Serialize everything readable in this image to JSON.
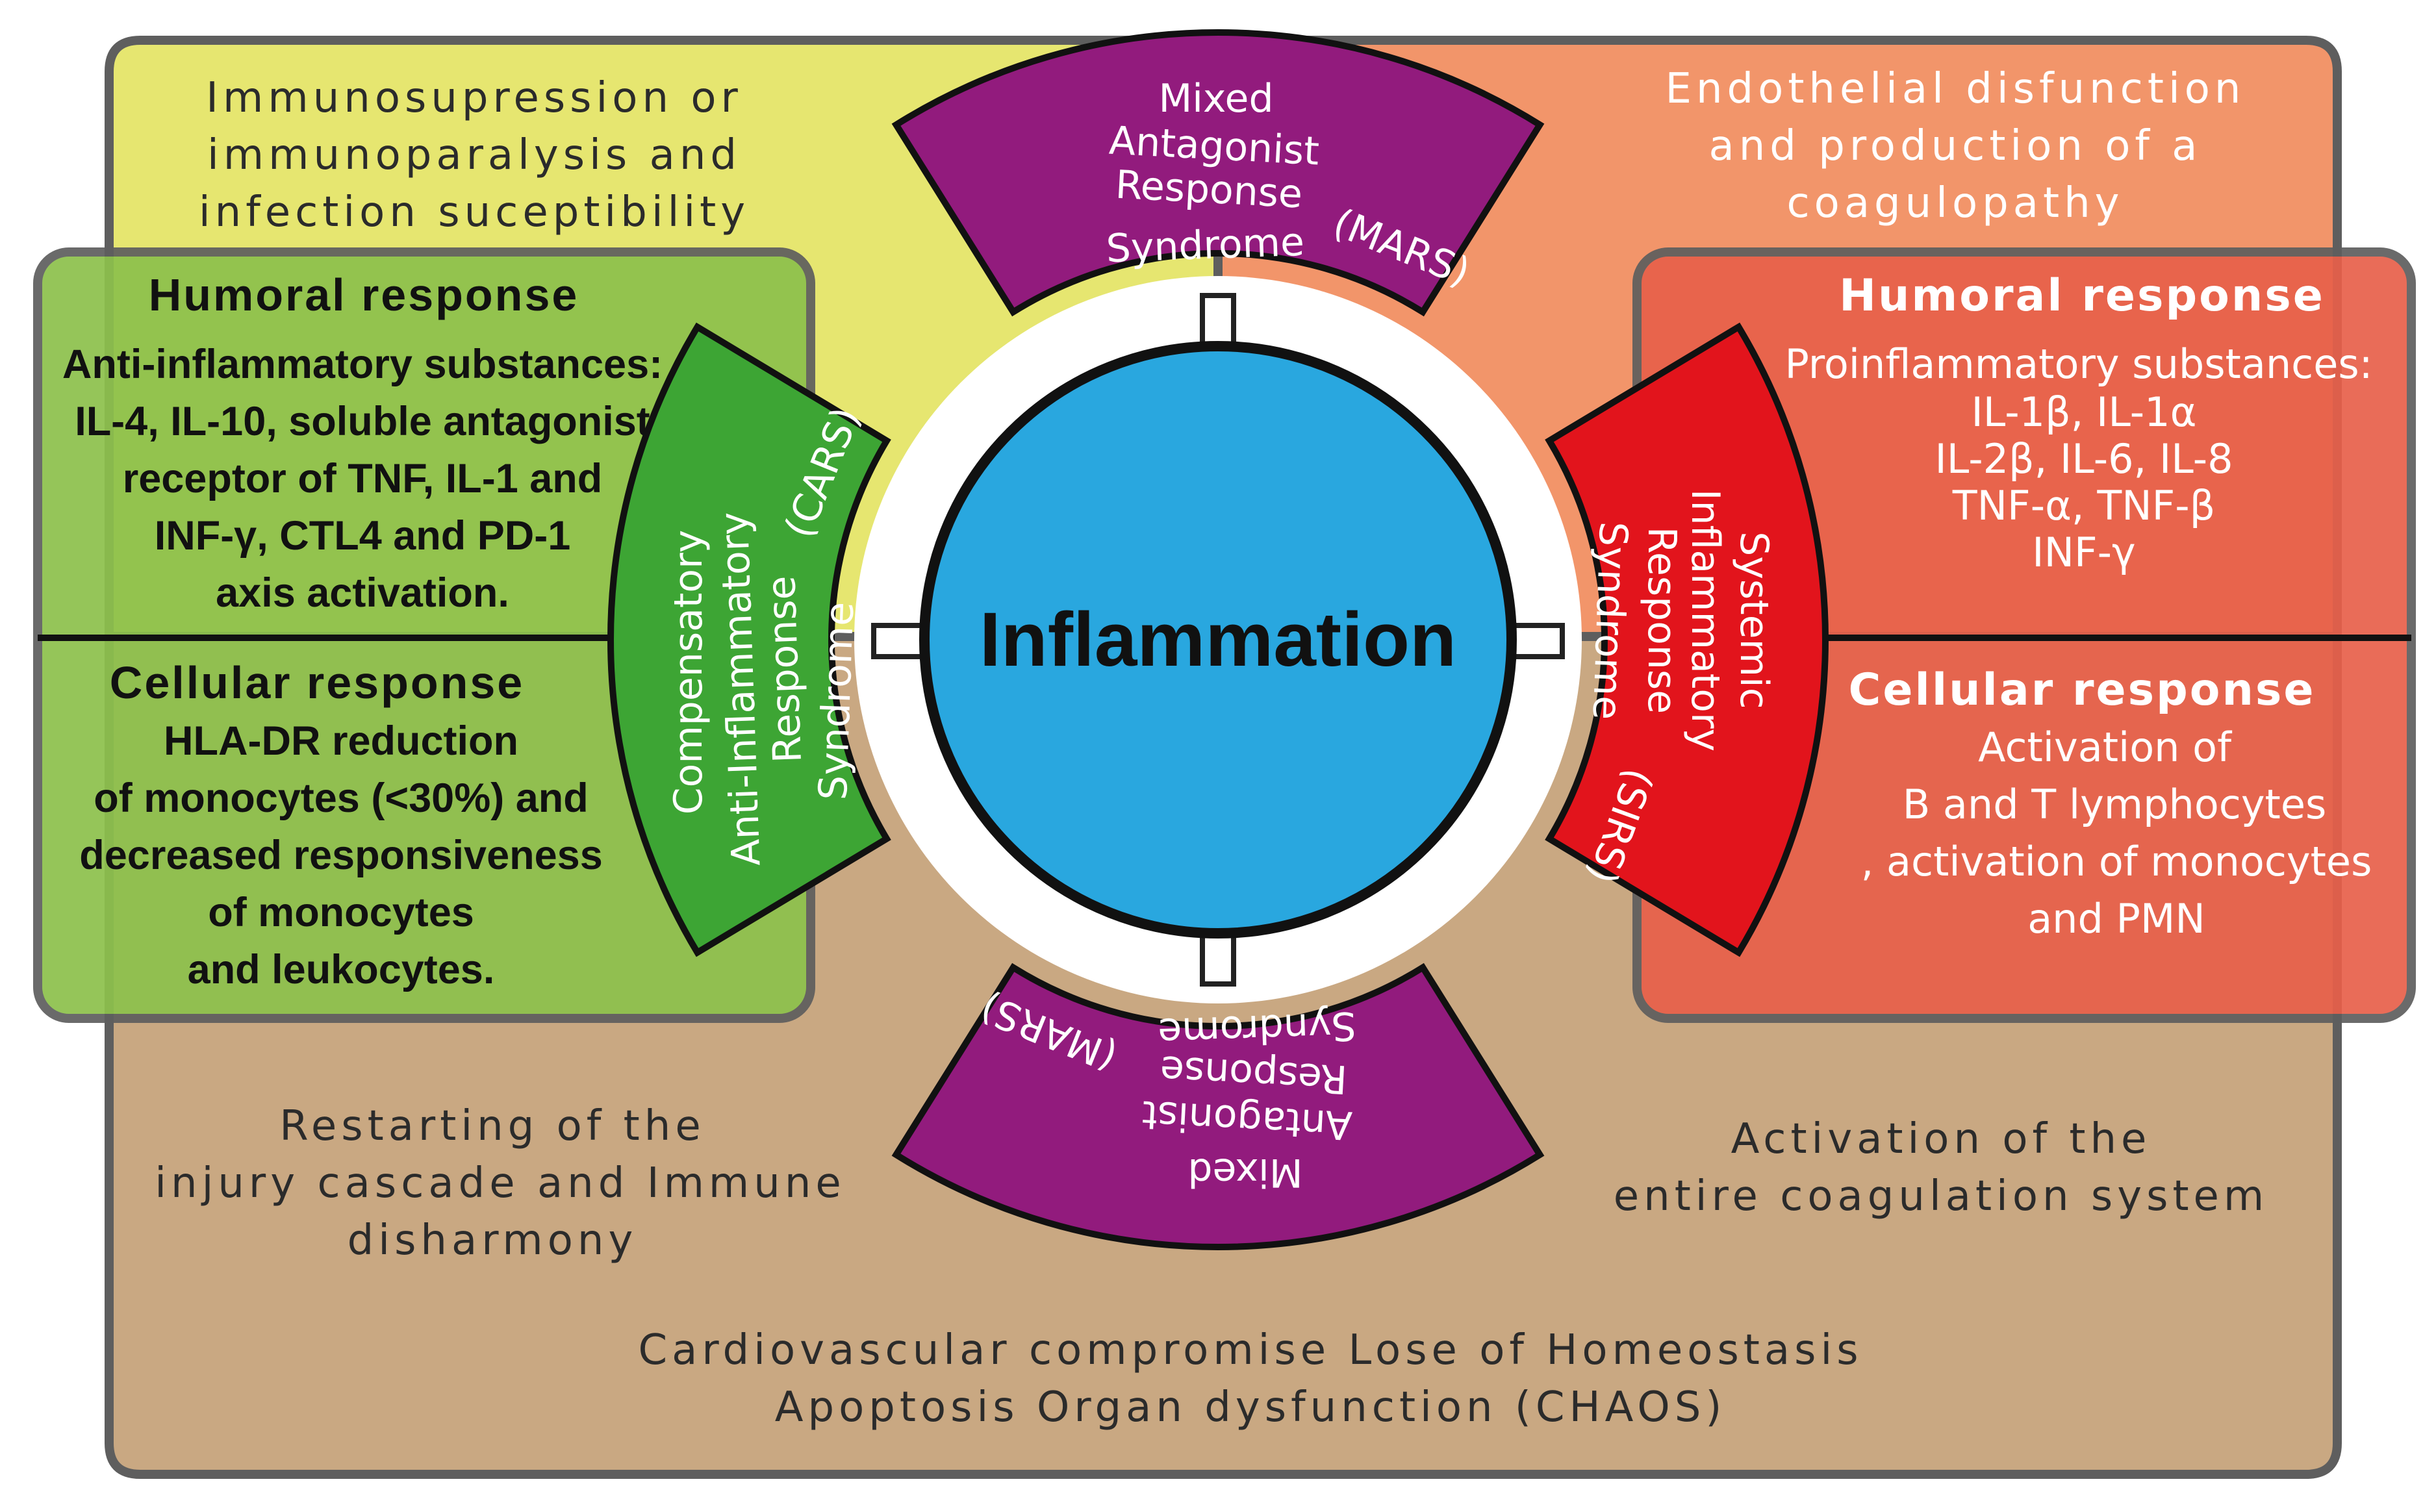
{
  "colors": {
    "yellow_quadrant": "#e6e670",
    "orange_quadrant": "#f2956a",
    "tan_bottom": "#c9a882",
    "green_box": "#8dc14c",
    "green_band": "#3da534",
    "red_box": "#e8604a",
    "red_band": "#e2141c",
    "purple_band": "#921b7d",
    "center_circle": "#29a7df",
    "outline": "#5e5e5e"
  },
  "center": {
    "label": "Inflammation"
  },
  "quadrants": {
    "top_left": [
      "Immunosupression or",
      "immunoparalysis and",
      "infection suceptibility"
    ],
    "top_right": [
      "Endothelial disfunction",
      "and production of a",
      "coagulopathy"
    ],
    "bottom_left": [
      "Restarting of the",
      "injury cascade and Immune",
      "disharmony"
    ],
    "bottom_right": [
      "Activation of the",
      "entire coagulation system"
    ],
    "bottom_center": [
      "Cardiovascular compromise Lose of Homeostasis",
      "Apoptosis Organ dysfunction (CHAOS)"
    ]
  },
  "left_panel": {
    "humoral_title": "Humoral response",
    "humoral_lines": [
      "Anti-inflammatory substances:",
      "IL-4, IL-10, soluble antagonist",
      "receptor of TNF, IL-1 and",
      "INF-γ, CTL4 and PD-1",
      "axis activation."
    ],
    "cellular_title": "Cellular response",
    "cellular_lines": [
      "HLA-DR reduction",
      "of monocytes (<30%) and",
      "decreased responsiveness",
      "of monocytes",
      "and leukocytes."
    ]
  },
  "right_panel": {
    "humoral_title": "Humoral response",
    "humoral_lines": [
      "Proinflammatory substances:",
      "IL-1β, IL-1α",
      "IL-2β, IL-6, IL-8",
      "TNF-α, TNF-β",
      "INF-γ"
    ],
    "cellular_title": "Cellular response",
    "cellular_lines": [
      "Activation of",
      "B and T lymphocytes",
      ", activation of monocytes",
      "and PMN"
    ]
  },
  "arcs": {
    "top": {
      "lines": [
        "Mixed",
        "Antagonist",
        "Response",
        "Syndrome"
      ],
      "abbr": "(MARS)"
    },
    "bottom": {
      "lines": [
        "Mixed",
        "Antagonist",
        "Response",
        "Syndrome"
      ],
      "abbr": "(MARS)"
    },
    "left": {
      "lines": [
        "Compensatory",
        "Anti-Inflammatory",
        "Response",
        "Syndrome"
      ],
      "abbr": "(CARS)"
    },
    "right": {
      "lines": [
        "Systemic",
        "Inflammatory",
        "Response",
        "Syndrome"
      ],
      "abbr": "(SIRS)"
    }
  }
}
